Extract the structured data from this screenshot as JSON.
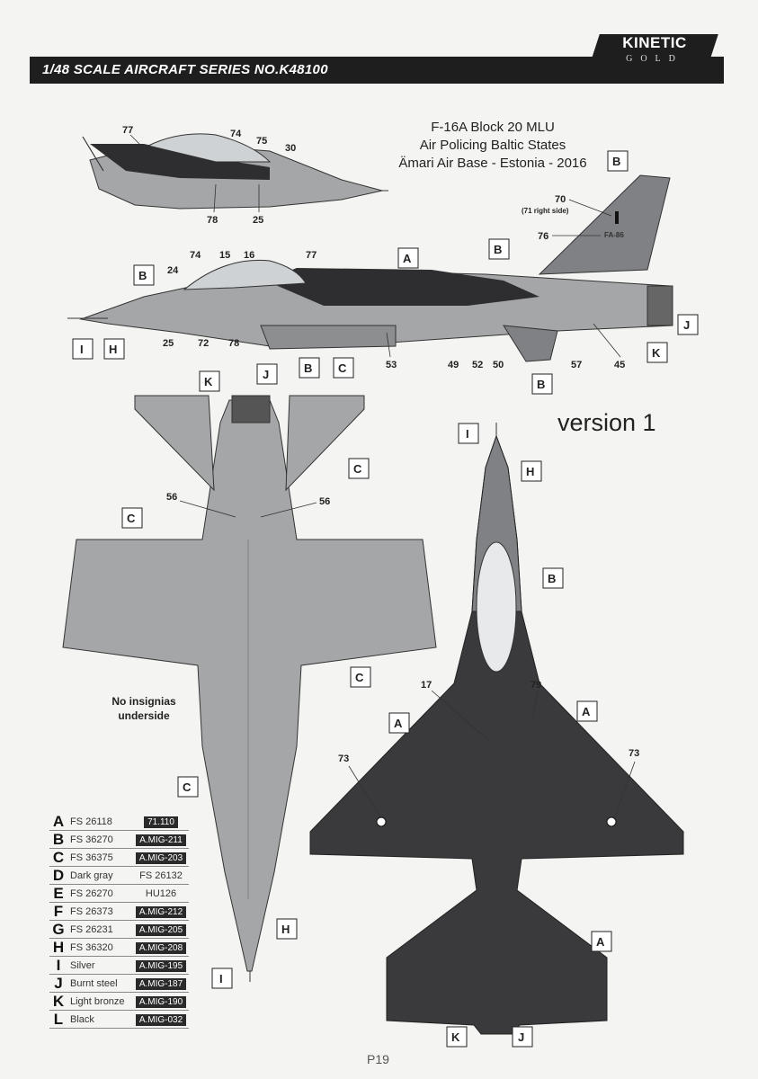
{
  "header": {
    "series_title": "1/48 SCALE AIRCRAFT SERIES NO.K48100"
  },
  "logo": {
    "main": "KINETIC",
    "sub": "GOLD"
  },
  "caption": {
    "line1": "F-16A Block 20 MLU",
    "line2": "Air Policing Baltic States",
    "line3": "Ämari Air Base - Estonia - 2016"
  },
  "version_label": "version 1",
  "underside_note": "No insignias underside",
  "page_number": "P19",
  "colors": {
    "A": "#3a3a3c",
    "B": "#7f8184",
    "C": "#a4a6a8",
    "header": "#1e1e1e"
  },
  "callouts": {
    "c77a": "77",
    "c74a": "74",
    "c75": "75",
    "c30": "30",
    "c78a": "78",
    "c25a": "25",
    "c70": "70",
    "c71": "(71 right side)",
    "c76": "76",
    "tail_code": "FA-86",
    "c24": "24",
    "c74b": "74",
    "c15": "15",
    "c16": "16",
    "c77b": "77",
    "c25b": "25",
    "c72": "72",
    "c78b": "78",
    "c53": "53",
    "c49": "49",
    "c52": "52",
    "c50": "50",
    "c57": "57",
    "c45": "45",
    "c56a": "56",
    "c56b": "56",
    "c17": "17",
    "c79": "79",
    "c73a": "73",
    "c73b": "73"
  },
  "box_labels": {
    "side_B1": "B",
    "side_B2": "B",
    "side_B3": "B",
    "side_B4": "B",
    "side_B5": "B",
    "side_A": "A",
    "side_I": "I",
    "side_H": "H",
    "side_C": "C",
    "side_J": "J",
    "side_K": "K",
    "under_K": "K",
    "under_J": "J",
    "under_C1": "C",
    "under_C2": "C",
    "under_C3": "C",
    "under_C4": "C",
    "under_H": "H",
    "under_I": "I",
    "top_I": "I",
    "top_H": "H",
    "top_B": "B",
    "top_A1": "A",
    "top_A2": "A",
    "top_A3": "A",
    "top_K": "K",
    "top_J": "J"
  },
  "legend": [
    {
      "letter": "A",
      "fs": "FS 26118",
      "code": "71.110",
      "dark": true
    },
    {
      "letter": "B",
      "fs": "FS 36270",
      "code": "A.MIG-211",
      "dark": true
    },
    {
      "letter": "C",
      "fs": "FS 36375",
      "code": "A.MIG-203",
      "dark": true
    },
    {
      "letter": "D",
      "fs": "Dark gray",
      "code": "FS 26132",
      "dark": false
    },
    {
      "letter": "E",
      "fs": "FS 26270",
      "code": "HU126",
      "dark": false
    },
    {
      "letter": "F",
      "fs": "FS 26373",
      "code": "A.MIG-212",
      "dark": true
    },
    {
      "letter": "G",
      "fs": "FS 26231",
      "code": "A.MIG-205",
      "dark": true
    },
    {
      "letter": "H",
      "fs": "FS 36320",
      "code": "A.MIG-208",
      "dark": true
    },
    {
      "letter": "I",
      "fs": "Silver",
      "code": "A.MIG-195",
      "dark": true
    },
    {
      "letter": "J",
      "fs": "Burnt steel",
      "code": "A.MIG-187",
      "dark": true
    },
    {
      "letter": "K",
      "fs": "Light bronze",
      "code": "A.MIG-190",
      "dark": true
    },
    {
      "letter": "L",
      "fs": "Black",
      "code": "A.MIG-032",
      "dark": true
    }
  ]
}
